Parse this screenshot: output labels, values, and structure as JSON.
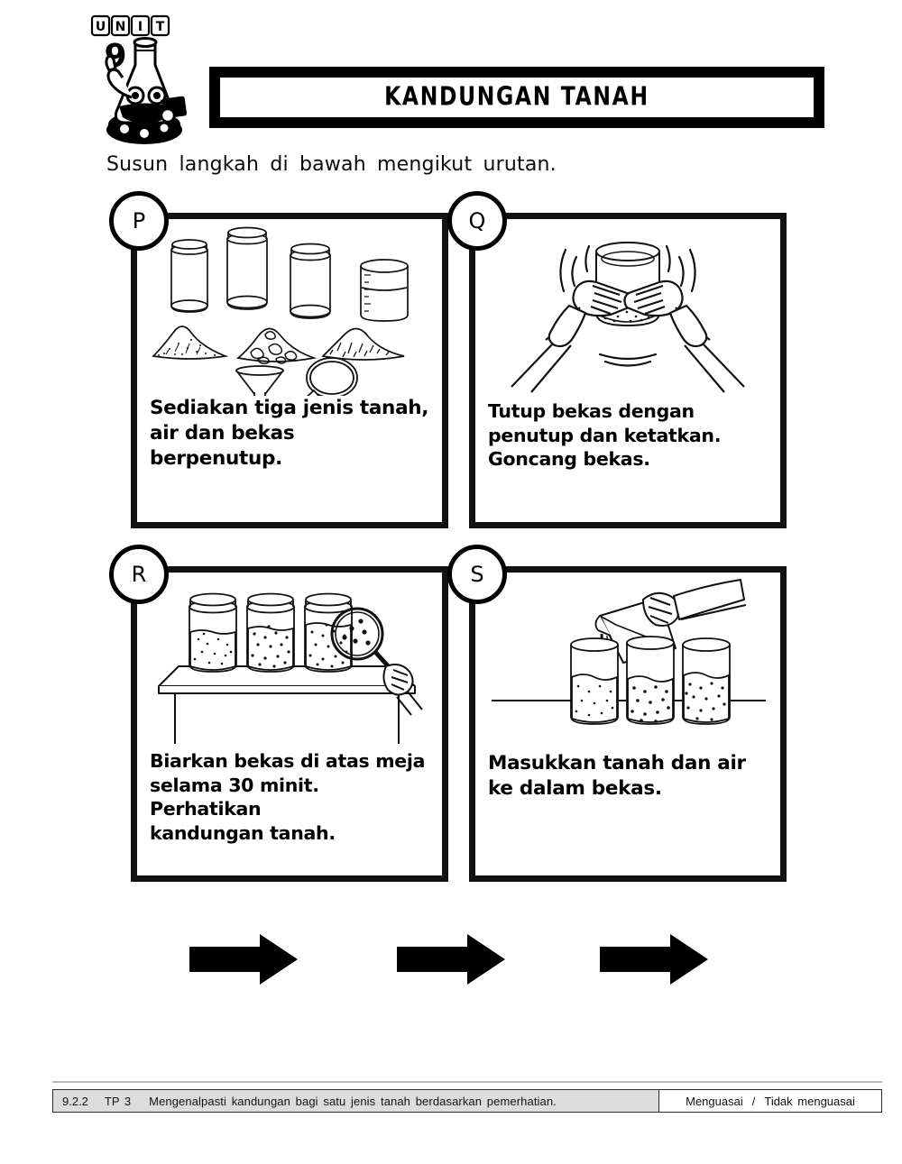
{
  "unit": {
    "label": "UNIT",
    "number": "9",
    "mascot_icon": "flask-mascot-icon"
  },
  "header": {
    "title": "KANDUNGAN TANAH"
  },
  "instruction": {
    "text": "Susun  langkah  di  bawah  mengikut  urutan."
  },
  "panels": [
    {
      "letter": "P",
      "caption_lines": [
        "Sediakan tiga jenis tanah,",
        "air dan bekas berpenutup."
      ],
      "illustration": "three-jars-soil-piles-funnel-magnifier"
    },
    {
      "letter": "Q",
      "caption_lines": [
        "Tutup bekas dengan",
        "penutup dan ketatkan.",
        "Goncang bekas."
      ],
      "illustration": "hands-shaking-closed-jar"
    },
    {
      "letter": "R",
      "caption_lines": [
        "Biarkan bekas di atas meja",
        "selama 30 minit. Perhatikan",
        "kandungan tanah."
      ],
      "illustration": "three-jars-on-table-with-magnifier"
    },
    {
      "letter": "S",
      "caption_lines": [
        "Masukkan tanah dan air",
        "ke dalam bekas."
      ],
      "illustration": "hand-pouring-water-into-three-jars"
    }
  ],
  "answer_arrows": [
    {
      "icon": "right-arrow-icon"
    },
    {
      "icon": "right-arrow-icon"
    },
    {
      "icon": "right-arrow-icon"
    }
  ],
  "footer": {
    "code": "9.2.2",
    "tp": "TP  3",
    "description": "Mengenalpasti  kandungan  bagi  satu  jenis  tanah  berdasarkan  pemerhatian.",
    "mastery": "Menguasai",
    "separator": "/",
    "not_mastery": "Tidak  menguasai"
  },
  "colors": {
    "ink": "#000000",
    "paper": "#ffffff",
    "footer_gray": "#dcdcdc"
  }
}
